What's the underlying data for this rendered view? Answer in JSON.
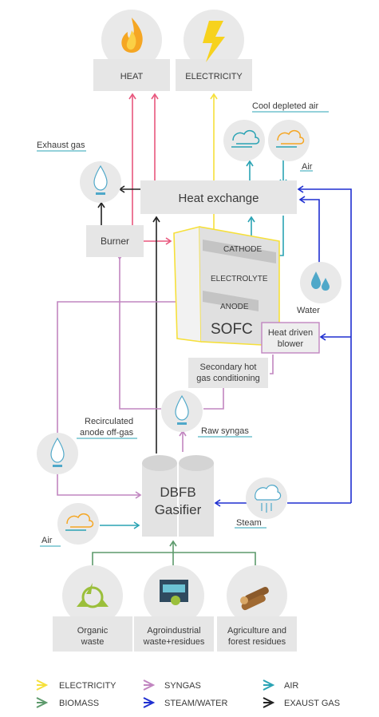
{
  "outputs": {
    "heat": "HEAT",
    "electricity": "ELECTRICITY"
  },
  "nodes": {
    "cool_depleted_air": "Cool depleted air",
    "air_top": "Air",
    "exhaust_gas": "Exhaust gas",
    "heat_exchange": "Heat  exchange",
    "burner": "Burner",
    "water": "Water",
    "heat_driven_blower_line1": "Heat driven",
    "heat_driven_blower_line2": "blower",
    "secondary_line1": "Secondary hot",
    "secondary_line2": "gas conditioning",
    "recirculated_line1": "Recirculated",
    "recirculated_line2": "anode off-gas",
    "raw_syngas": "Raw syngas",
    "steam": "Steam",
    "air_bottom": "Air"
  },
  "sofc": {
    "cathode": "CATHODE",
    "electrolyte": "ELECTROLYTE",
    "anode": "ANODE",
    "title": "SOFC"
  },
  "gasifier": {
    "line1": "DBFB",
    "line2": "Gasifier"
  },
  "feedstocks": [
    {
      "line1": "Organic",
      "line2": "waste"
    },
    {
      "line1": "Agroindustrial",
      "line2": "waste+residues"
    },
    {
      "line1": "Agriculture and",
      "line2": "forest residues"
    }
  ],
  "legend": [
    {
      "label": "ELECTRICITY",
      "color": "#f6e03b"
    },
    {
      "label": "BIOMASS",
      "color": "#5d9a6c"
    },
    {
      "label": "SYNGAS",
      "color": "#c185c0"
    },
    {
      "label": "STEAM/WATER",
      "color": "#1f2fd1"
    },
    {
      "label": "AIR",
      "color": "#2aa3b4"
    },
    {
      "label": "EXAUST GAS",
      "color": "#222222"
    }
  ],
  "colors": {
    "heat": "#e8577d",
    "electricity": "#f6e03b",
    "syngas": "#c185c0",
    "steam_water": "#1f2fd1",
    "air": "#2aa3b4",
    "exhaust": "#222222",
    "biomass": "#5d9a6c"
  }
}
